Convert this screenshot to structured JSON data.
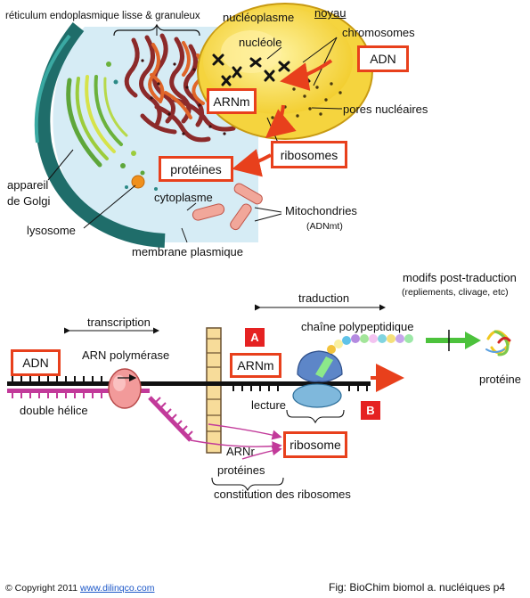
{
  "top": {
    "reticulum": "réticulum endoplasmique lisse & granuleux",
    "nucleoplasme": "nucléoplasme",
    "noyau": "noyau",
    "nucleole": "nucléole",
    "chromosomes": "chromosomes",
    "adn": "ADN",
    "arnm": "ARNm",
    "pores": "pores nucléaires",
    "ribosomes": "ribosomes",
    "proteines": "protéines",
    "appareil": "appareil",
    "de_golgi": "de Golgi",
    "cytoplasme": "cytoplasme",
    "mitochondries": "Mitochondries",
    "adnmt": "(ADNmt)",
    "lysosome": "lysosome",
    "membrane": "membrane plasmique"
  },
  "bottom": {
    "modifs": "modifs post-traduction",
    "modifs_detail": "(repliements, clivage, etc)",
    "traduction": "traduction",
    "transcription": "transcription",
    "chaine": "chaîne polypeptidique",
    "tag_a": "A",
    "tag_b": "B",
    "adn": "ADN",
    "arn_polymerase": "ARN polymérase",
    "arnm": "ARNm",
    "proteine": "protéine",
    "double_helice": "double hélice",
    "lecture": "lecture",
    "arnr": "ARNr",
    "ribosome": "ribosome",
    "proteines": "protéines",
    "constitution": "constitution des ribosomes"
  },
  "footer": {
    "copyright_symbol": "©",
    "copyright": "Copyright 2011",
    "link": "www.dilinqco.com",
    "caption": "Fig: BioChim biomol a. nucléiques p4"
  },
  "colors": {
    "accent_box": "#e8401c",
    "tag_red": "#e52222",
    "arrow_green": "#4cc23c",
    "link_blue": "#1a56c8"
  }
}
